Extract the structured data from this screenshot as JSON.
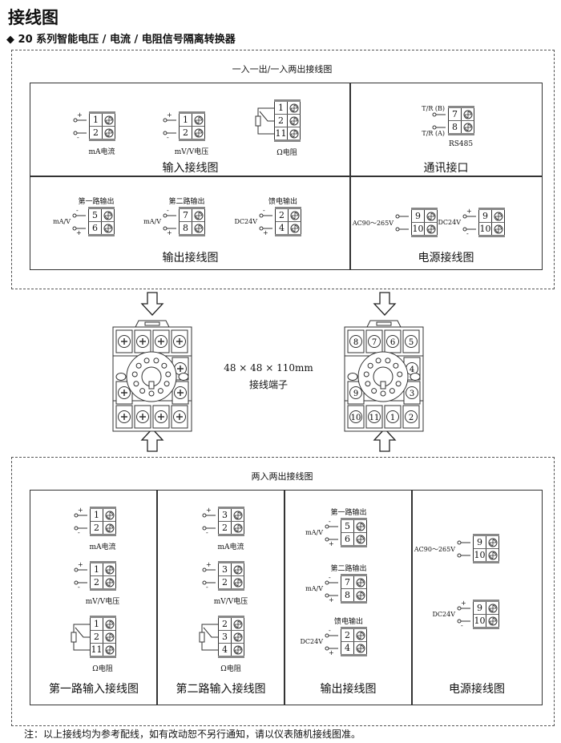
{
  "title": "接线图",
  "subtitle": "◆ 20 系列智能电压 / 电流 / 电阻信号隔离转换器",
  "top": {
    "label": "一入一出/一入两出接线图",
    "input": {
      "title": "输入接线图",
      "diagrams": [
        {
          "caption": "mA电流",
          "terminals": [
            "1",
            "2"
          ],
          "signs": [
            "+",
            "-"
          ]
        },
        {
          "caption": "mV/V电压",
          "terminals": [
            "1",
            "2"
          ],
          "signs": [
            "+",
            "-"
          ]
        },
        {
          "caption": "Ω电阻",
          "terminals": [
            "1",
            "2",
            "11"
          ],
          "resistor": true
        }
      ]
    },
    "comm": {
      "title": "通讯接口",
      "diagrams": [
        {
          "caption": "RS485",
          "terminals": [
            "7",
            "8"
          ],
          "pin_labels": [
            "T/R (B)",
            "T/R (A)"
          ]
        }
      ]
    },
    "output": {
      "title": "输出接线图",
      "diagrams": [
        {
          "heading": "第一路输出",
          "terminals": [
            "5",
            "6"
          ],
          "signs": [
            "-",
            "+"
          ],
          "side_label": "mA/V"
        },
        {
          "heading": "第二路输出",
          "terminals": [
            "7",
            "8"
          ],
          "signs": [
            "-",
            "+"
          ],
          "side_label": "mA/V"
        },
        {
          "heading": "馈电输出",
          "terminals": [
            "2",
            "4"
          ],
          "signs": [
            "-",
            "+"
          ],
          "side_label": "DC24V"
        }
      ]
    },
    "power": {
      "title": "电源接线图",
      "diagrams": [
        {
          "terminals": [
            "9",
            "10"
          ],
          "signs": [
            "",
            ""
          ],
          "side_label": "AC90～265V"
        },
        {
          "terminals": [
            "9",
            "10"
          ],
          "signs": [
            "+",
            "-"
          ],
          "side_label": "DC24V"
        }
      ]
    }
  },
  "socket": {
    "dimensions": "48 × 48 × 110mm",
    "caption": "接线端子",
    "numbers_top": [
      "8",
      "7",
      "6",
      "5"
    ],
    "numbers_side": [
      "4",
      "9",
      "3"
    ],
    "numbers_bottom": [
      "10",
      "11",
      "1",
      "2"
    ]
  },
  "bottom": {
    "label": "两入两出接线图",
    "input1": {
      "title": "第一路输入接线图",
      "diagrams": [
        {
          "caption": "mA电流",
          "terminals": [
            "1",
            "2"
          ],
          "signs": [
            "+",
            "-"
          ]
        },
        {
          "caption": "mV/V电压",
          "terminals": [
            "1",
            "2"
          ],
          "signs": [
            "+",
            "-"
          ]
        },
        {
          "caption": "Ω电阻",
          "terminals": [
            "1",
            "2",
            "11"
          ],
          "resistor": true
        }
      ]
    },
    "input2": {
      "title": "第二路输入接线图",
      "diagrams": [
        {
          "caption": "mA电流",
          "terminals": [
            "3",
            "2"
          ],
          "signs": [
            "+",
            "-"
          ]
        },
        {
          "caption": "mV/V电压",
          "terminals": [
            "3",
            "2"
          ],
          "signs": [
            "+",
            "-"
          ]
        },
        {
          "caption": "Ω电阻",
          "terminals": [
            "2",
            "3",
            "4"
          ],
          "resistor": true
        }
      ]
    },
    "output": {
      "title": "输出接线图",
      "diagrams": [
        {
          "heading": "第一路输出",
          "terminals": [
            "5",
            "6"
          ],
          "signs": [
            "-",
            "+"
          ],
          "side_label": "mA/V"
        },
        {
          "heading": "第二路输出",
          "terminals": [
            "7",
            "8"
          ],
          "signs": [
            "-",
            "+"
          ],
          "side_label": "mA/V"
        },
        {
          "heading": "馈电输出",
          "terminals": [
            "2",
            "4"
          ],
          "signs": [
            "-",
            "+"
          ],
          "side_label": "DC24V"
        }
      ]
    },
    "power": {
      "title": "电源接线图",
      "diagrams": [
        {
          "terminals": [
            "9",
            "10"
          ],
          "signs": [
            "",
            ""
          ],
          "side_label": "AC90～265V"
        },
        {
          "terminals": [
            "9",
            "10"
          ],
          "signs": [
            "+",
            "-"
          ],
          "side_label": "DC24V"
        }
      ]
    }
  },
  "footnote": "注：以上接线均为参考配线，如有改动恕不另行通知，请以仪表随机接线图准。"
}
